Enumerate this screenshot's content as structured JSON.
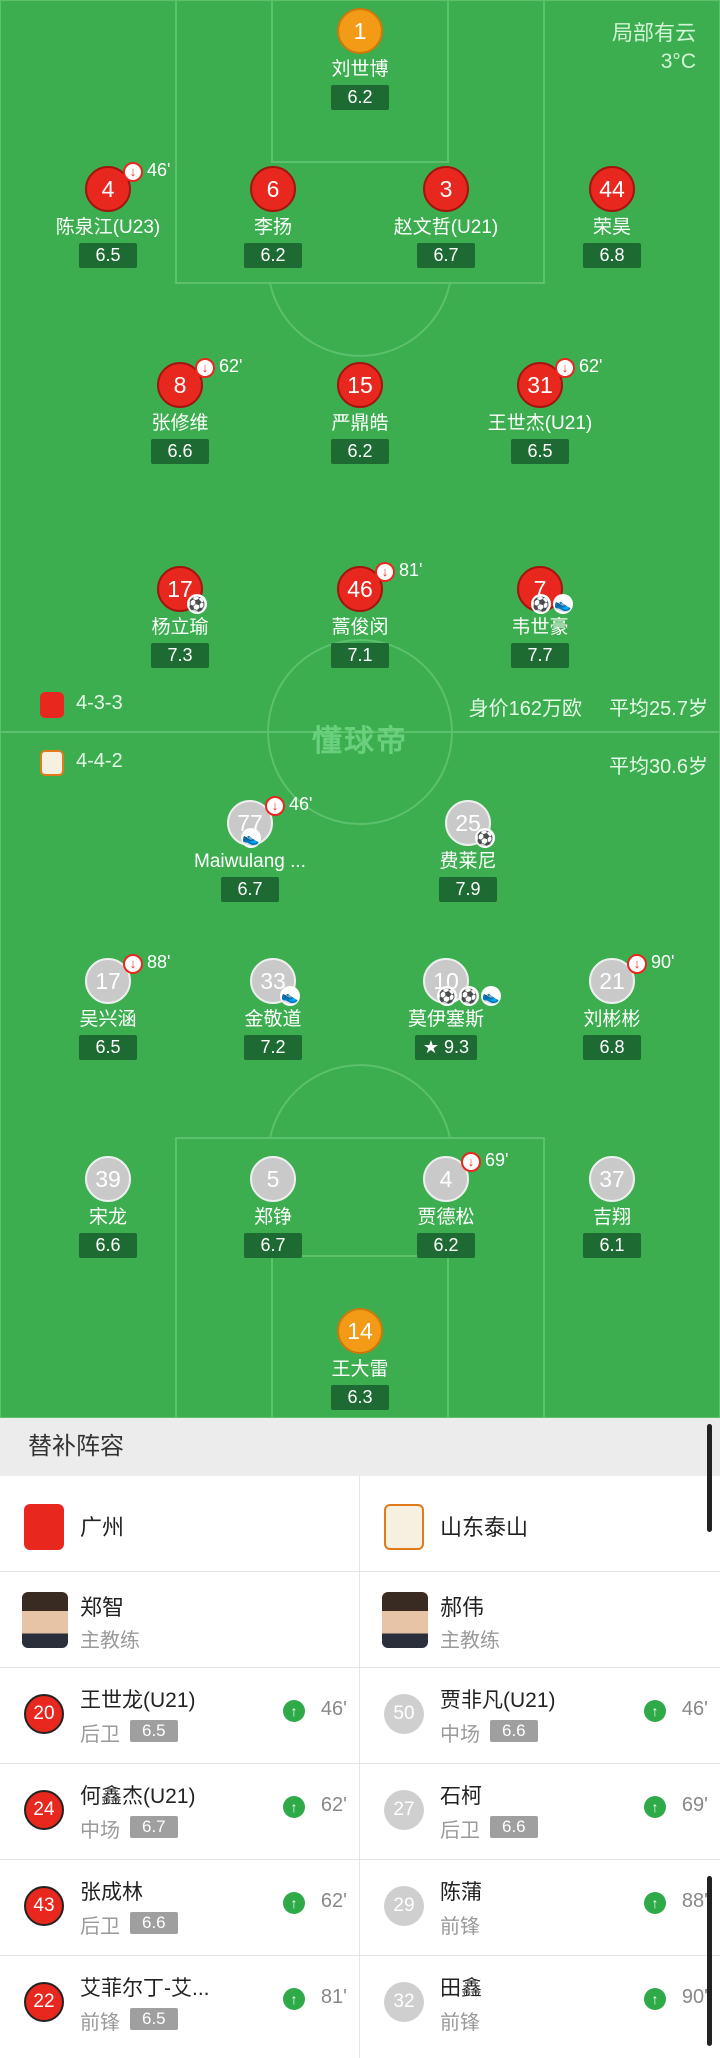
{
  "weather": {
    "desc": "局部有云",
    "temp": "3°C"
  },
  "watermark": "懂球帝",
  "home": {
    "formation": "4-3-3",
    "value": "身价162万欧",
    "avg_age": "平均25.7岁",
    "players": [
      {
        "num": "1",
        "name": "刘世博",
        "rating": "6.2"
      },
      {
        "num": "4",
        "name": "陈泉江(U23)",
        "rating": "6.5",
        "sub": "46'"
      },
      {
        "num": "6",
        "name": "李扬",
        "rating": "6.2"
      },
      {
        "num": "3",
        "name": "赵文哲(U21)",
        "rating": "6.7"
      },
      {
        "num": "44",
        "name": "荣昊",
        "rating": "6.8"
      },
      {
        "num": "8",
        "name": "张修维",
        "rating": "6.6",
        "sub": "62'"
      },
      {
        "num": "15",
        "name": "严鼎皓",
        "rating": "6.2"
      },
      {
        "num": "31",
        "name": "王世杰(U21)",
        "rating": "6.5",
        "sub": "62'"
      },
      {
        "num": "17",
        "name": "杨立瑜",
        "rating": "7.3"
      },
      {
        "num": "46",
        "name": "蒿俊闵",
        "rating": "7.1",
        "sub": "81'"
      },
      {
        "num": "7",
        "name": "韦世豪",
        "rating": "7.7"
      }
    ]
  },
  "away": {
    "formation": "4-4-2",
    "avg_age": "平均30.6岁",
    "players": [
      {
        "num": "77",
        "name": "Maiwulang ...",
        "rating": "6.7",
        "sub": "46'"
      },
      {
        "num": "25",
        "name": "费莱尼",
        "rating": "7.9"
      },
      {
        "num": "17",
        "name": "吴兴涵",
        "rating": "6.5",
        "sub": "88'"
      },
      {
        "num": "33",
        "name": "金敬道",
        "rating": "7.2"
      },
      {
        "num": "10",
        "name": "莫伊塞斯",
        "rating": "9.3"
      },
      {
        "num": "21",
        "name": "刘彬彬",
        "rating": "6.8",
        "sub": "90'"
      },
      {
        "num": "39",
        "name": "宋龙",
        "rating": "6.6"
      },
      {
        "num": "5",
        "name": "郑铮",
        "rating": "6.7"
      },
      {
        "num": "4",
        "name": "贾德松",
        "rating": "6.2",
        "sub": "69'"
      },
      {
        "num": "37",
        "name": "吉翔",
        "rating": "6.1"
      },
      {
        "num": "14",
        "name": "王大雷",
        "rating": "6.3"
      }
    ]
  },
  "subs": {
    "title": "替补阵容",
    "left": {
      "club": "广州",
      "coach": {
        "name": "郑智",
        "role": "主教练"
      },
      "players": [
        {
          "num": "20",
          "name": "王世龙(U21)",
          "pos": "后卫",
          "rating": "6.5",
          "time": "46'"
        },
        {
          "num": "24",
          "name": "何鑫杰(U21)",
          "pos": "中场",
          "rating": "6.7",
          "time": "62'"
        },
        {
          "num": "43",
          "name": "张成林",
          "pos": "后卫",
          "rating": "6.6",
          "time": "62'"
        },
        {
          "num": "22",
          "name": "艾菲尔丁-艾...",
          "pos": "前锋",
          "rating": "6.5",
          "time": "81'"
        }
      ]
    },
    "right": {
      "club": "山东泰山",
      "coach": {
        "name": "郝伟",
        "role": "主教练"
      },
      "players": [
        {
          "num": "50",
          "name": "贾非凡(U21)",
          "pos": "中场",
          "rating": "6.6",
          "time": "46'"
        },
        {
          "num": "27",
          "name": "石柯",
          "pos": "后卫",
          "rating": "6.6",
          "time": "69'"
        },
        {
          "num": "29",
          "name": "陈蒲",
          "pos": "前锋",
          "rating": "",
          "time": "88'"
        },
        {
          "num": "32",
          "name": "田鑫",
          "pos": "前锋",
          "rating": "",
          "time": "90'"
        }
      ]
    }
  }
}
